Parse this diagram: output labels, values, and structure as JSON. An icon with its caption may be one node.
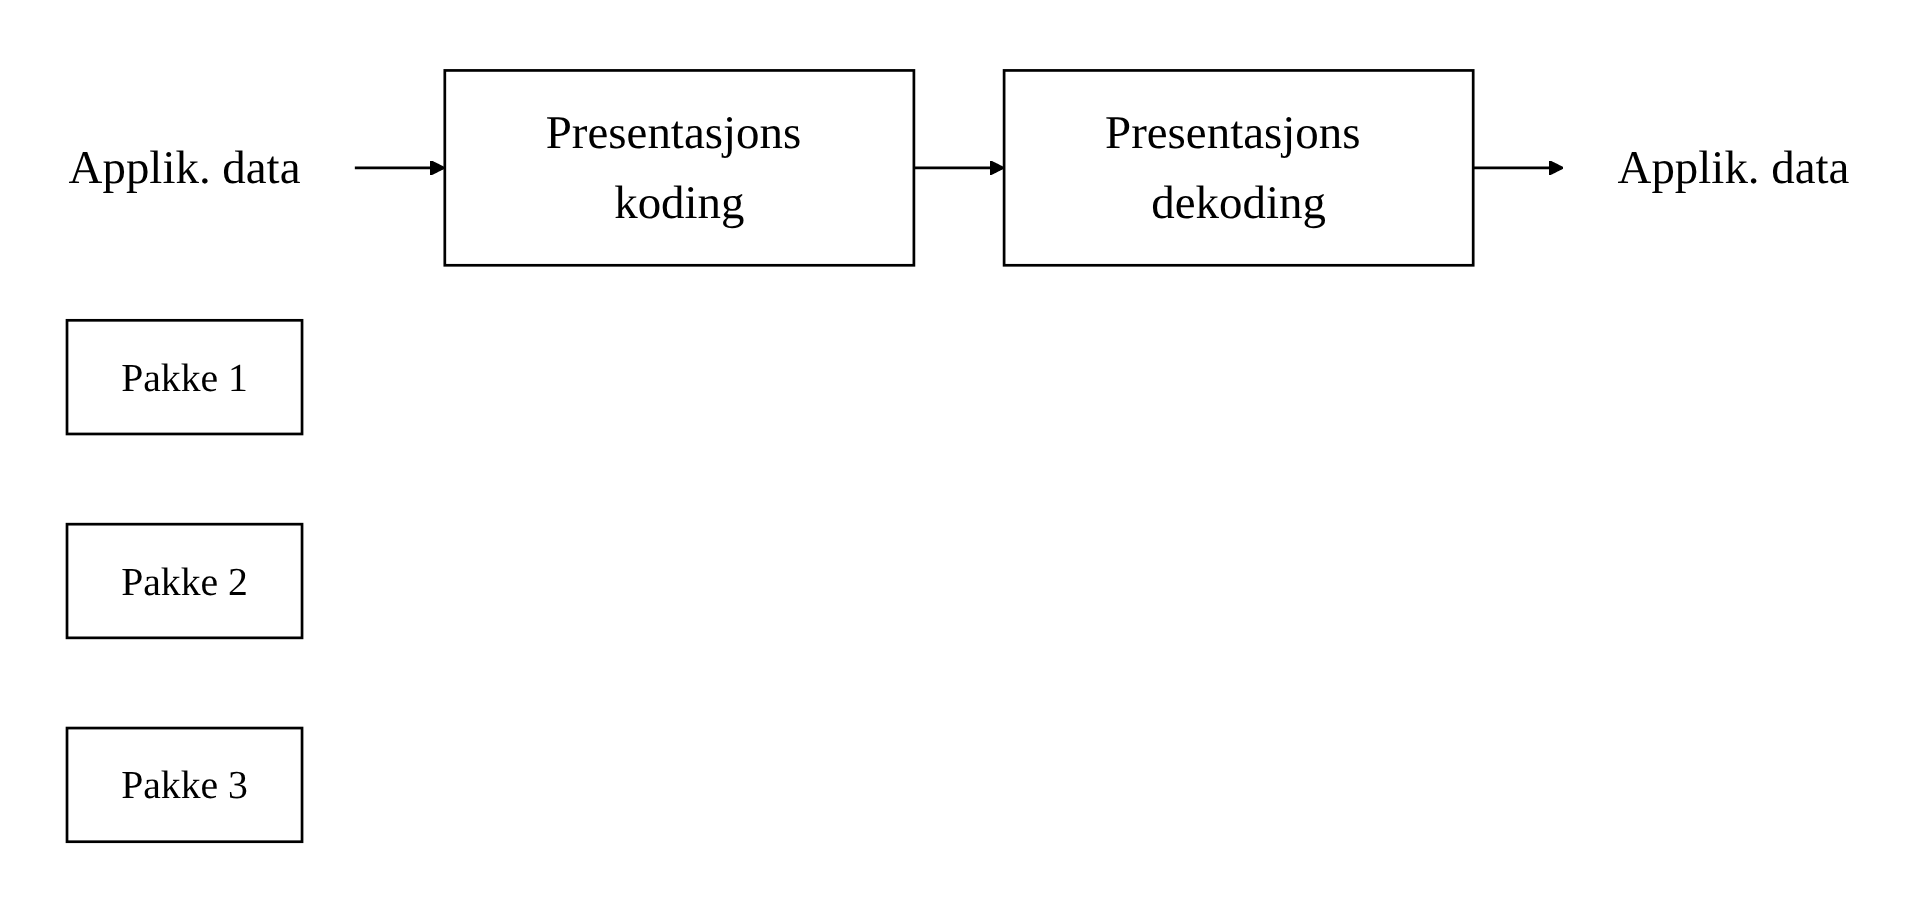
{
  "diagram": {
    "nodes": [
      {
        "text": [
          "Applik. data"
        ]
      },
      {
        "text": [
          "Presentasjons koding"
        ]
      },
      {
        "text": [
          "Applik. data"
        ]
      },
      {
        "text": [
          "Presentasjons dekoding"
        ]
      },
      {
        "text": [
          "Pakke 1"
        ]
      },
      {
        "text": [
          "Pakke 2"
        ]
      },
      {
        "text": [
          "Pakke 3"
        ]
      }
    ],
    "edges": [
      {
        "from": 0,
        "to": 1,
        "arrow": "to"
      },
      {
        "from": 1,
        "to": 3,
        "arrow": "to"
      },
      {
        "from": 3,
        "to": 2,
        "arrow": "to"
      }
    ]
  }
}
